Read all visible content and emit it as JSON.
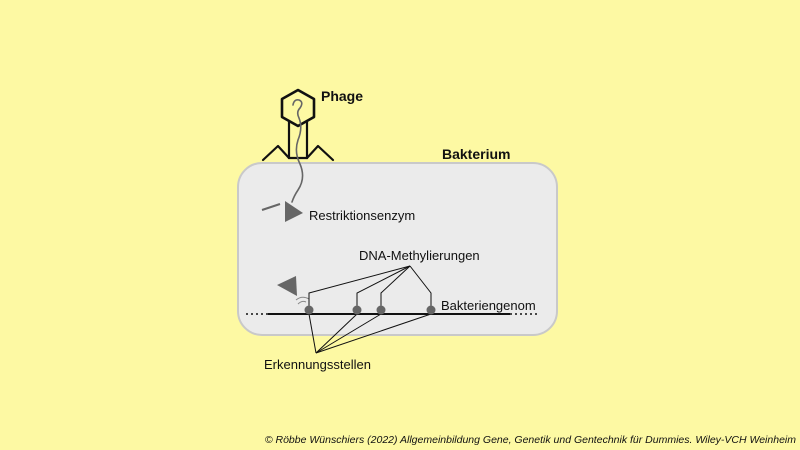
{
  "labels": {
    "phage": "Phage",
    "bacterium": "Bakterium",
    "restriction_enzyme": "Restriktionsenzym",
    "dna_methylation": "DNA-Methylierungen",
    "bacterial_genome": "Bakteriengenom",
    "recognition_sites": "Erkennungsstellen"
  },
  "copyright": "© Röbbe Wünschiers (2022) Allgemeinbildung Gene, Genetik und Gentechnik für Dummies. Wiley-VCH Weinheim",
  "colors": {
    "background": "#fdf9a3",
    "cell_fill": "#ebebeb",
    "cell_border": "#c9c9c9",
    "marker": "#666666",
    "line": "#111111"
  }
}
